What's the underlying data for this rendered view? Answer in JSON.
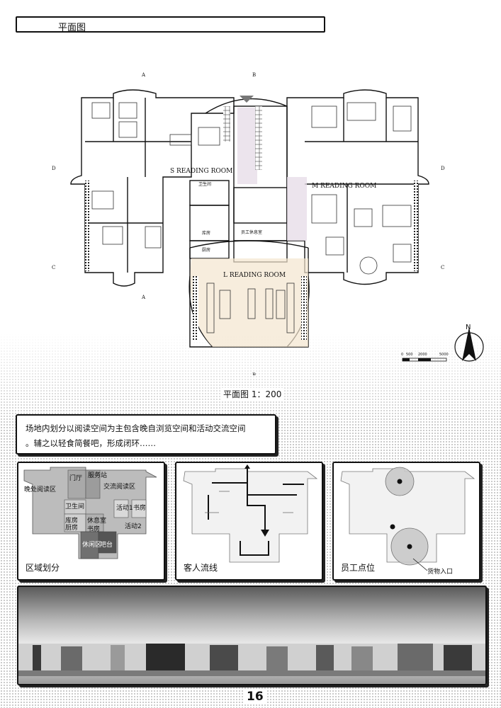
{
  "header": {
    "title": "平面图"
  },
  "plan": {
    "caption": "平面图 1：200",
    "rooms": {
      "s_reading": "S READING ROOM",
      "m_reading": "M READING ROOM",
      "l_reading": "L READING ROOM",
      "washroom": "卫生间",
      "storage": "库房",
      "kitchen": "厨房",
      "staff_rest": "员工休息室"
    },
    "section_marks": [
      "A",
      "B",
      "C",
      "D"
    ],
    "north_label": "N",
    "scale_ticks": [
      "0",
      "500",
      "2000",
      "5000"
    ]
  },
  "description": {
    "line1": "场地内划分以阅读空间为主包含晚自浏览空间和活动交流空间",
    "line2": "。辅之以轻食简餐吧，形成闭环……"
  },
  "panels": {
    "zoning": {
      "caption": "区域划分",
      "labels": {
        "private_reading": "晚处阅读区",
        "hall": "门厅",
        "service_station": "服务站",
        "exchange_reading": "交流阅读区",
        "washroom": "卫生间",
        "activity1": "活动1",
        "bookroom1": "书房",
        "storage": "库房",
        "rest": "休息室",
        "kitchen": "厨房",
        "bookroom2": "书房",
        "activity2": "活动2",
        "leisure": "休闲区",
        "bar": "吧台"
      }
    },
    "flow": {
      "caption": "客人流线"
    },
    "staff": {
      "caption": "员工点位",
      "entrance_label": "货物入口"
    }
  },
  "page_number": "16"
}
